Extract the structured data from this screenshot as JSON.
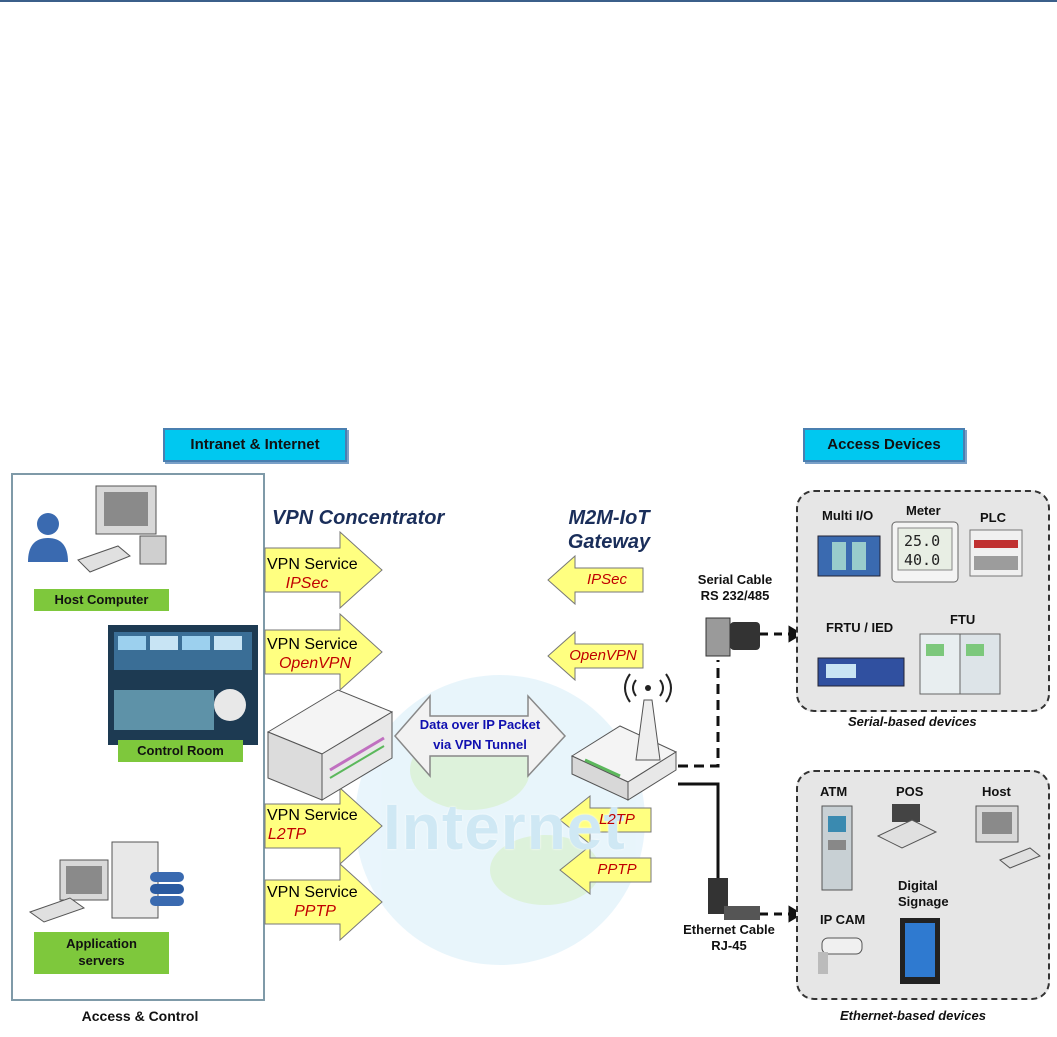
{
  "headers": {
    "intranet": "Intranet & Internet",
    "access_devices": "Access Devices"
  },
  "titles": {
    "vpn_concentrator": "VPN Concentrator",
    "gateway_line1": "M2M-IoT",
    "gateway_line2": "Gateway"
  },
  "left_panel": {
    "host_computer": "Host Computer",
    "control_room": "Control Room",
    "application_servers_line1": "Application",
    "application_servers_line2": "servers",
    "caption": "Access & Control"
  },
  "vpn_services": [
    {
      "label": "VPN Service",
      "protocol": "IPSec"
    },
    {
      "label": "VPN Service",
      "protocol": "OpenVPN"
    },
    {
      "label": "VPN Service",
      "protocol": "L2TP"
    },
    {
      "label": "VPN Service",
      "protocol": "PPTP"
    }
  ],
  "gateway_protocols": [
    "IPSec",
    "OpenVPN",
    "L2TP",
    "PPTP"
  ],
  "tunnel": {
    "line1": "Data over IP Packet",
    "line2": "via VPN Tunnel"
  },
  "watermark": "Internet",
  "cables": {
    "serial_line1": "Serial Cable",
    "serial_line2": "RS 232/485",
    "ethernet_line1": "Ethernet Cable",
    "ethernet_line2": "RJ-45"
  },
  "serial_devices": {
    "multi_io": "Multi I/O",
    "meter": "Meter",
    "plc": "PLC",
    "frtu": "FRTU / IED",
    "ftu": "FTU",
    "meter_reading1": "25.0",
    "meter_reading2": "40.0",
    "caption": "Serial-based devices"
  },
  "ethernet_devices": {
    "atm": "ATM",
    "pos": "POS",
    "host": "Host",
    "ipcam": "IP CAM",
    "signage_line1": "Digital",
    "signage_line2": "Signage",
    "caption": "Ethernet-based devices"
  },
  "colors": {
    "header_bg": "#00c8f0",
    "green_label": "#7ec83c",
    "arrow_fill": "#ffff80",
    "protocol_text": "#c00000",
    "title_text": "#1a2e5a",
    "tunnel_text": "#1010b0"
  }
}
